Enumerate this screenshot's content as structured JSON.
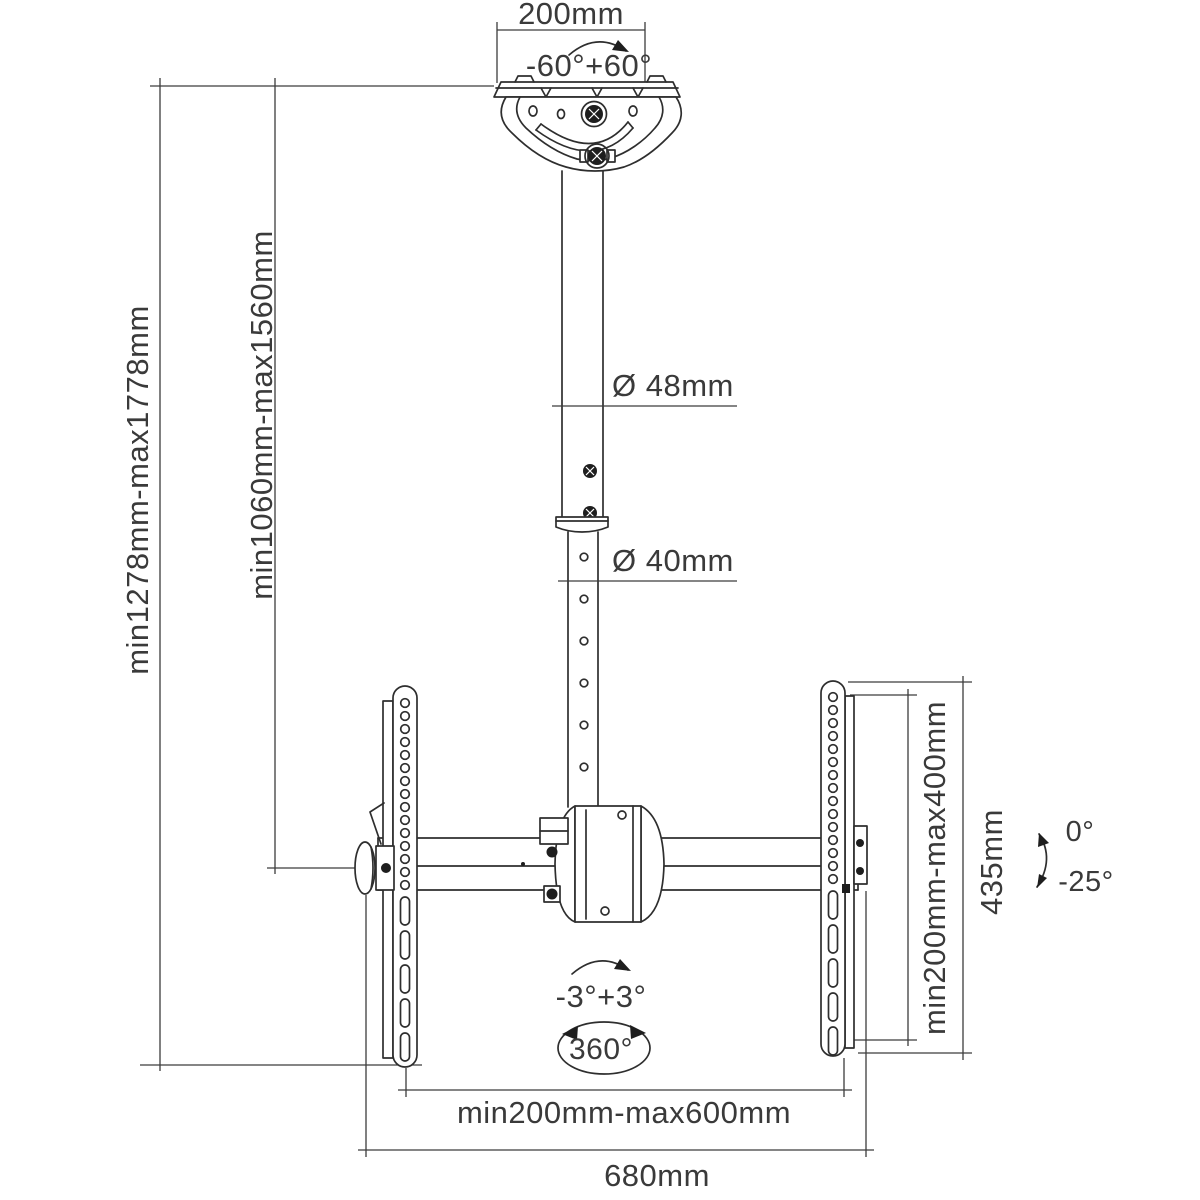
{
  "page": {
    "title": "Ceiling TV mount dimensional drawing"
  },
  "colors": {
    "line": "#2e2e2e",
    "text": "#3a3a3a",
    "bg": "#ffffff"
  },
  "labels": {
    "ceiling_plate_width": "200mm",
    "swivel_range": "-60°+60°",
    "overall_drop": "min1278mm-max1778mm",
    "pole_drop": "min1060mm-max1560mm",
    "upper_pole_diameter": "Ø 48mm",
    "lower_pole_diameter": "Ø 40mm",
    "vesa_vertical_range": "min200mm-max400mm",
    "bracket_height": "435mm",
    "tilt_up": "0°",
    "tilt_down": "-25°",
    "level_adjust_range": "-3°+3°",
    "rotation_range": "360°",
    "vesa_horizontal_range": "min200mm-max600mm",
    "overall_width": "680mm"
  }
}
